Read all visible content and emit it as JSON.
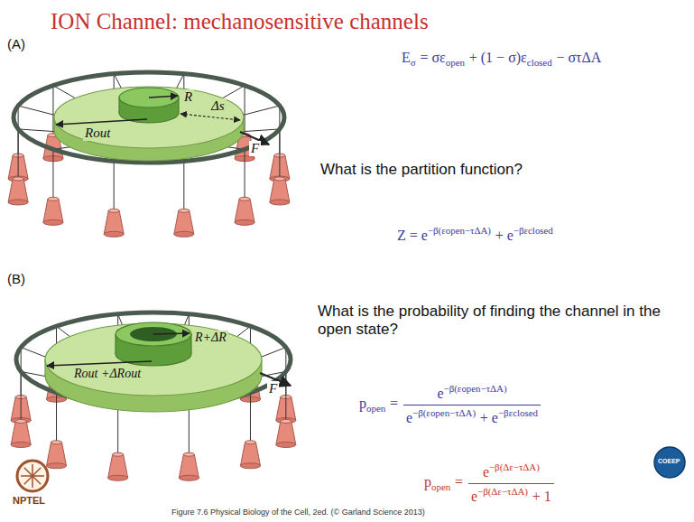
{
  "diagram": {
    "title": "ION Channel: mechanosensitive channels",
    "caption": "Figure 7.6 Physical Biology of the Cell, 2ed. (© Garland Science 2013)",
    "labels": [
      "(A)",
      "R",
      "Rout",
      "Δs",
      "F",
      "(B)",
      "R+ΔR",
      "Rout +ΔRout",
      "F",
      "E",
      "σ",
      "= σε",
      "open",
      "+ (1 − σ)ε",
      "closed",
      "− στΔA",
      "What is the partition function?",
      "Z = e",
      "−β(εopen−τΔA)",
      "+ e",
      "−βεclosed",
      "What is the probability of finding the channel in the open state?",
      "p",
      "open",
      "=",
      "e",
      "−β(εopen−τΔA)",
      "e",
      "−β(εopen−τΔA)",
      "+ e",
      "−βεclosed",
      "p",
      "open",
      "=",
      "e",
      "−β(Δε−τΔA)",
      "e",
      "−β(Δε−τΔA)",
      "+ 1",
      "NPTEL",
      "COEEP"
    ]
  }
}
